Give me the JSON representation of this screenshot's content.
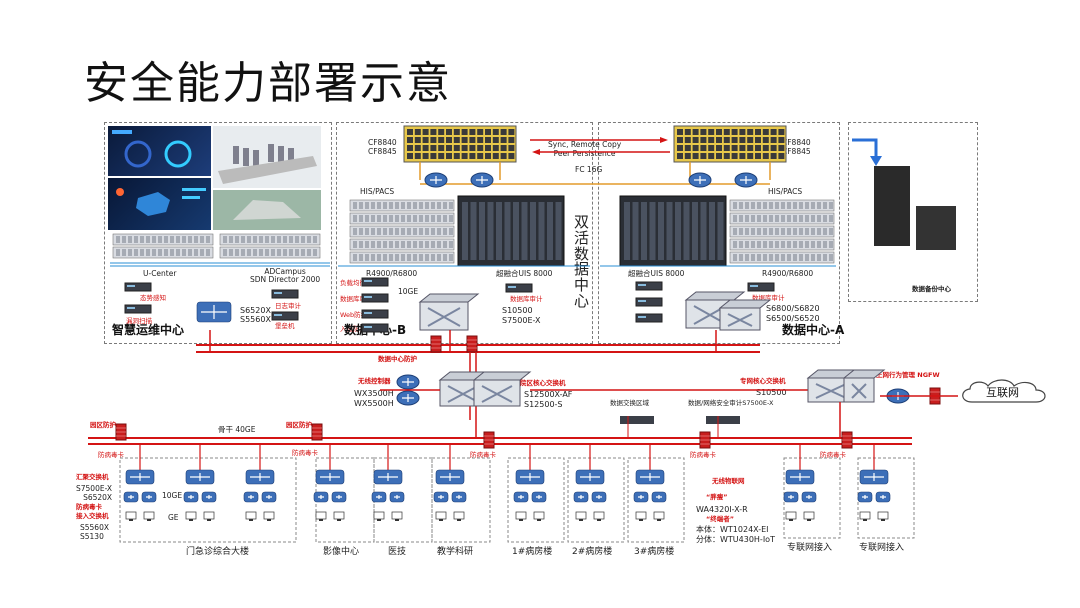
{
  "title": "安全能力部署示意",
  "zones": {
    "ops_center": "智慧运维中心",
    "dc_b": "数据中心-B",
    "dc_a": "数据中心-A",
    "backup_center": "数据备份中心",
    "dual_active": "双活数据中心"
  },
  "storage": {
    "left_model": "CF8840\nCF8845",
    "right_model": "CF8840\nCF8845",
    "sync_text": "Sync, Remote Copy\nPeer Persistence",
    "fc_link": "FC 16G"
  },
  "ops": {
    "ucenter": "U-Center",
    "adcampus": "ADCampus\nSDN Director 2000",
    "ops_fw1": "态势感知",
    "ops_fw2": "漏洞扫描",
    "ops_fw3": "日志审计",
    "ops_fw4": "堡垒机",
    "core_sw": "S6520X\nS5560X"
  },
  "dc_b": {
    "his": "HIS/PACS",
    "server_model": "R4900/R6800",
    "uis": "超融合UIS 8000",
    "link": "10GE",
    "core": "S10500\nS7500E-X",
    "sec1": "负载均衡",
    "sec2": "数据库审计",
    "sec3": "Web防护",
    "sec4": "入侵防护",
    "audit": "数据库审计"
  },
  "dc_a": {
    "his": "HIS/PACS",
    "server_model": "R4900/R6800",
    "uis": "超融合UIS 8000",
    "core": "S6800/S6820\nS6500/S6520",
    "audit": "数据库审计"
  },
  "core": {
    "dc_protect": "数据中心防护",
    "wireless_ctrl_label": "无线控制器",
    "wireless_ctrl_model": "WX3500H\nWX5500H",
    "campus_core_label": "院区核心交换机",
    "campus_core_model": "S12500X-AF\nS12500-S",
    "exchange_zone": "数据交换区域",
    "exchange_audit": "数据/网络安全审计S7500E-X",
    "ext_core_label": "专网核心交换机",
    "ext_core_model": "S10500",
    "ngfw": "上网行为管理 NGFW",
    "internet": "互联网"
  },
  "campus": {
    "zone_protect_left": "园区防护",
    "zone_protect_mid": "园区防护",
    "backbone": "骨干 40GE",
    "link_10ge": "10GE",
    "link_ge": "GE",
    "fw_card_a": "防病毒卡",
    "fw_card_b": "防病毒卡",
    "fw_card_c": "防病毒卡",
    "fw_card_d": "防病毒卡",
    "fw_card_e": "防病毒卡",
    "agg_label": "汇聚交换机",
    "agg_model": "S7500E-X\nS6520X",
    "fw_card_label": "防病毒卡",
    "access_label": "接入交换机",
    "access_model": "S5560X\nS5130",
    "iot_label": "无线物联网",
    "iot_line1": "“胖瘦”",
    "iot_line2": "WA4320I-X-R",
    "iot_line3": "“终端者”",
    "iot_line4": "本体：WT1024X-EI",
    "iot_line5": "分体：WTU430H-IoT"
  },
  "buildings": [
    "门急诊综合大楼",
    "影像中心",
    "医技",
    "教学科研",
    "1#病房楼",
    "2#病房楼",
    "3#病房楼",
    "专联网接入",
    "专联网接入"
  ],
  "colors": {
    "red_line": "#d41414",
    "blue_line": "#2a8fd6",
    "switch_blue": "#3d6fb8",
    "panel_dark": "#1a2a4a"
  }
}
